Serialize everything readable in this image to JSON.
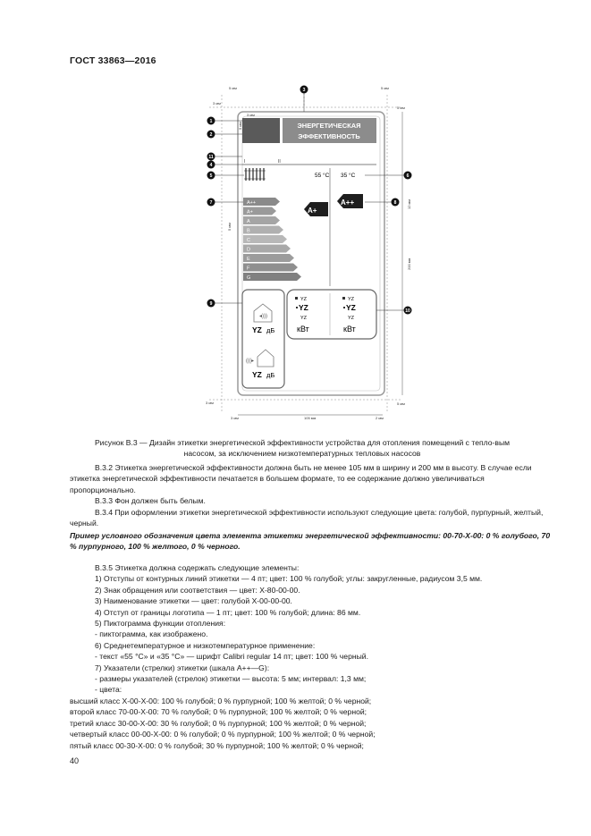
{
  "header": {
    "doc_id": "ГОСТ 33863—2016"
  },
  "figure": {
    "callouts": [
      "1",
      "2",
      "3",
      "4",
      "5",
      "6",
      "7",
      "8",
      "9",
      "10",
      "11"
    ],
    "dims": {
      "left_top_5": "5 мм",
      "right_top_5": "5 мм",
      "left_3a": "3 мм",
      "right_5a": "5 мм",
      "inner_3": "3 мм",
      "inner_5": "5 мм",
      "right_12": "12 мм",
      "right_200": "200 мм",
      "left_5": "5 мм",
      "left_bottom_3": "3 мм",
      "right_bottom_5": "5 мм",
      "bottom_3": "3 мм",
      "bottom_105": "105 мм",
      "bottom_2": "2 мм"
    },
    "label": {
      "title_line1": "ЭНЕРГЕТИЧЕСКАЯ",
      "title_line2": "ЭФФЕКТИВНОСТЬ",
      "col1_mark": "I",
      "col2_mark": "II",
      "temp_55": "55 °C",
      "temp_35": "35 °C",
      "classes": [
        "A++",
        "A+",
        "A",
        "B",
        "C",
        "D",
        "E",
        "F",
        "G"
      ],
      "arrow_55": "A+",
      "arrow_35": "A++",
      "noise_value": "YZ",
      "noise_unit": "дБ",
      "power_yz": "YZ",
      "power_unit": "кВт"
    },
    "colors": {
      "label_blue": "#8c8c8c",
      "logo_block": "#5a5a5a",
      "arrow_dark": "#1e1e1e"
    }
  },
  "caption": "Рисунок В.3 — Дизайн этикетки энергетической эффективности устройства для отопления помещений с тепло-вым насосом, за исключением низкотемпературных тепловых насосов",
  "paragraphs": {
    "p1": "В.3.2 Этикетка энергетической эффективности должна быть не менее 105 мм в ширину и 200 мм в высоту. В случае если этикетка энергетической эффективности печатается в большем формате, то ее содержание должно увеличиваться пропорционально.",
    "p2": "В.3.3 Фон должен быть белым.",
    "p3": "В.3.4 При оформлении этикетки энергетической эффективности используют следующие цвета: голубой, пурпурный, желтый, черный.",
    "example": "Пример условного обозначения цвета элемента этикетки энергетической эффективности: 00-70-Х-00: 0 % голубого, 70 % пурпурного, 100 % желтого, 0 % черного.",
    "p5": "В.3.5 Этикетка должна содержать следующие элементы:",
    "items": [
      "1) Отступы от контурных линий этикетки — 4 пт; цвет: 100 % голубой; углы: закругленные, радиусом 3,5 мм.",
      "2) Знак обращения или соответствия — цвет: Х-80-00-00.",
      "3) Наименование этикетки — цвет: голубой Х-00-00-00.",
      "4) Отступ от границы логотипа — 1 пт; цвет: 100 % голубой; длина: 86 мм.",
      "5) Пиктограмма функции отопления:",
      "- пиктограмма, как изображено.",
      "6) Среднетемпературное и низкотемпературное применение:",
      "- текст «55 °C» и «35 °C» — шрифт Calibri regular 14 пт; цвет: 100 % черный.",
      "7) Указатели (стрелки) этикетки (шкала А++—G):",
      "- размеры указателей (стрелок) этикетки — высота: 5 мм; интервал: 1,3 мм;",
      "- цвета:",
      "высший класс Х-00-Х-00: 100 % голубой; 0 % пурпурной; 100 % желтой; 0 % черной;",
      "второй класс 70-00-Х-00: 70 % голубой; 0 % пурпурной; 100 % желтой; 0 % черной;",
      "третий класс 30-00-Х-00: 30 % голубой; 0 % пурпурной; 100 % желтой; 0 % черной;",
      "четвертый класс 00-00-Х-00: 0 % голубой; 0 % пурпурной; 100 % желтой; 0 % черной;",
      "пятый класс 00-30-Х-00: 0 % голубой; 30 % пурпурной; 100 % желтой; 0 % черной;"
    ]
  },
  "footer": {
    "page_number": "40"
  }
}
